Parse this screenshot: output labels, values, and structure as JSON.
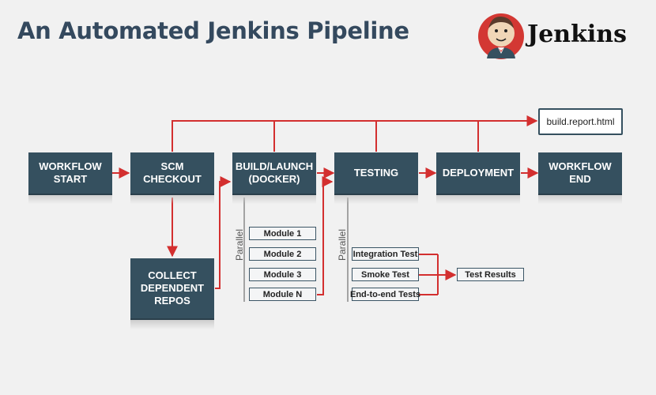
{
  "title": "An Automated Jenkins Pipeline",
  "brand": {
    "name": "Jenkins",
    "logo_icon": "jenkins-butler-logo"
  },
  "stages": {
    "workflow_start": "WORKFLOW\nSTART",
    "scm_checkout": "SCM\nCHECKOUT",
    "build_launch": "BUILD/LAUNCH\n(DOCKER)",
    "testing": "TESTING",
    "deployment": "DEPLOYMENT",
    "workflow_end": "WORKFLOW\nEND",
    "collect_repos": "COLLECT\nDEPENDENT\nREPOS"
  },
  "report": "build.report.html",
  "build_parallel": {
    "label": "Parallel",
    "modules": [
      "Module 1",
      "Module 2",
      "Module 3",
      "Module N"
    ]
  },
  "test_parallel": {
    "label": "Parallel",
    "tests": [
      "Integration Test",
      "Smoke Test",
      "End-to-end Tests"
    ],
    "results": "Test Results"
  },
  "colors": {
    "stage_fill": "#35505f",
    "arrow": "#d32f2f",
    "title": "#34495e"
  }
}
